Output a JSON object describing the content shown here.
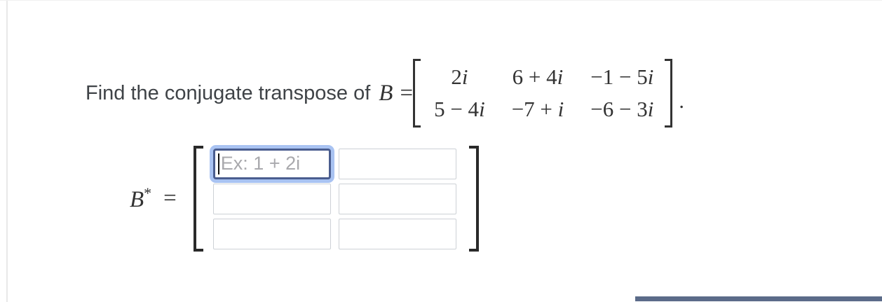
{
  "page": {
    "background": "#ffffff",
    "bottom_bar_color": "#5b6b89",
    "left_edge_line_color": "#e8e8e8"
  },
  "question": {
    "prompt": "Find the conjugate transpose of",
    "matrix_symbol": "B",
    "equals_sign": "=",
    "matrix_rows": [
      [
        "2i",
        "6 + 4i",
        "−1 − 5i"
      ],
      [
        "5 − 4i",
        "−7 + i",
        "−6 − 3i"
      ]
    ],
    "trailing_period": "."
  },
  "answer": {
    "result_symbol": "B",
    "result_superscript": "*",
    "equals_sign": "=",
    "input_placeholder": "Ex: 1 + 2i",
    "inputs": [
      {
        "row": 1,
        "col": 1,
        "value": "",
        "focused": true
      },
      {
        "row": 1,
        "col": 2,
        "value": "",
        "focused": false
      },
      {
        "row": 2,
        "col": 1,
        "value": "",
        "focused": false
      },
      {
        "row": 2,
        "col": 2,
        "value": "",
        "focused": false
      },
      {
        "row": 3,
        "col": 1,
        "value": "",
        "focused": false
      },
      {
        "row": 3,
        "col": 2,
        "value": "",
        "focused": false
      }
    ]
  },
  "colors": {
    "focus_border": "#4a5d8f",
    "focus_glow": "#a9c3f2",
    "input_border": "#cdd1d6",
    "prompt_text": "#3f4347",
    "math_text": "#333333",
    "placeholder_text": "#a9a9ad"
  }
}
